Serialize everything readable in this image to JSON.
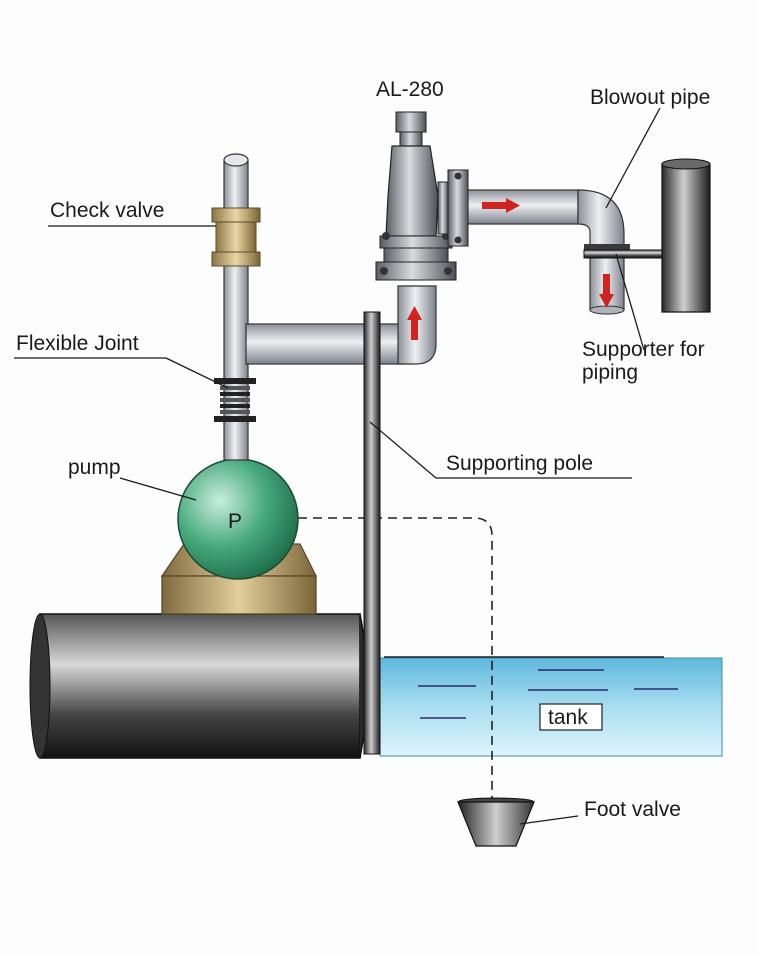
{
  "labels": {
    "valve_model": "AL-280",
    "blowout_pipe": "Blowout pipe",
    "check_valve": "Check valve",
    "flexible_joint": "Flexible Joint",
    "pump": "pump",
    "pump_symbol": "P",
    "supporter_line1": "Supporter for",
    "supporter_line2": "piping",
    "supporting_pole": "Supporting pole",
    "tank": "tank",
    "foot_valve": "Foot valve"
  },
  "colors": {
    "pipe": "#c9ccd2",
    "pump_body": "#3fa77a",
    "pump_base": "#b99c64",
    "tank_water": "#8fd0ea",
    "flow_arrow": "#d0221e",
    "dark_metal": "#3a3a3a"
  }
}
